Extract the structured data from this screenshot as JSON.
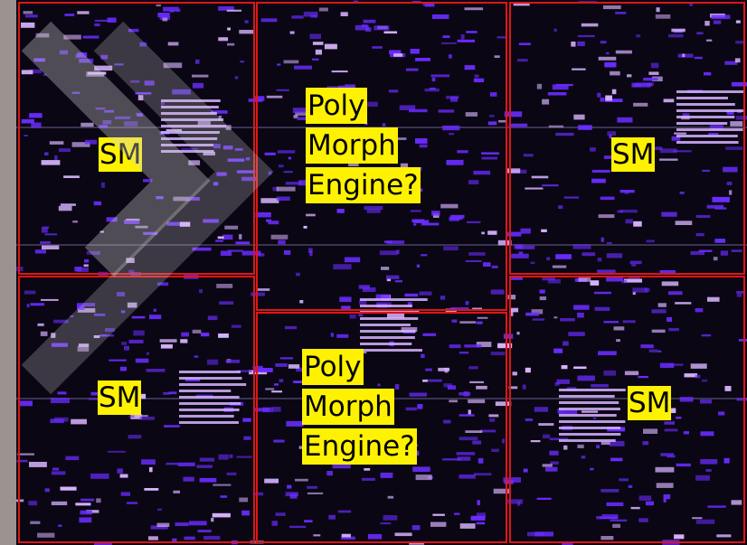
{
  "regions": [
    {
      "id": "sm-top-left",
      "label": "SM"
    },
    {
      "id": "sm-top-right",
      "label": "SM"
    },
    {
      "id": "sm-bottom-left",
      "label": "SM"
    },
    {
      "id": "sm-bottom-right",
      "label": "SM"
    },
    {
      "id": "polymorph-top",
      "lines": [
        "Poly",
        "Morph",
        "Engine?"
      ]
    },
    {
      "id": "polymorph-bottom",
      "lines": [
        "Poly",
        "Morph",
        "Engine?"
      ]
    }
  ],
  "colors": {
    "die_background": "#0a0614",
    "outline": "#e01515",
    "label_highlight": "#fff200",
    "circuit_primary": "#6a2cff",
    "circuit_secondary": "#d8b4ff"
  }
}
